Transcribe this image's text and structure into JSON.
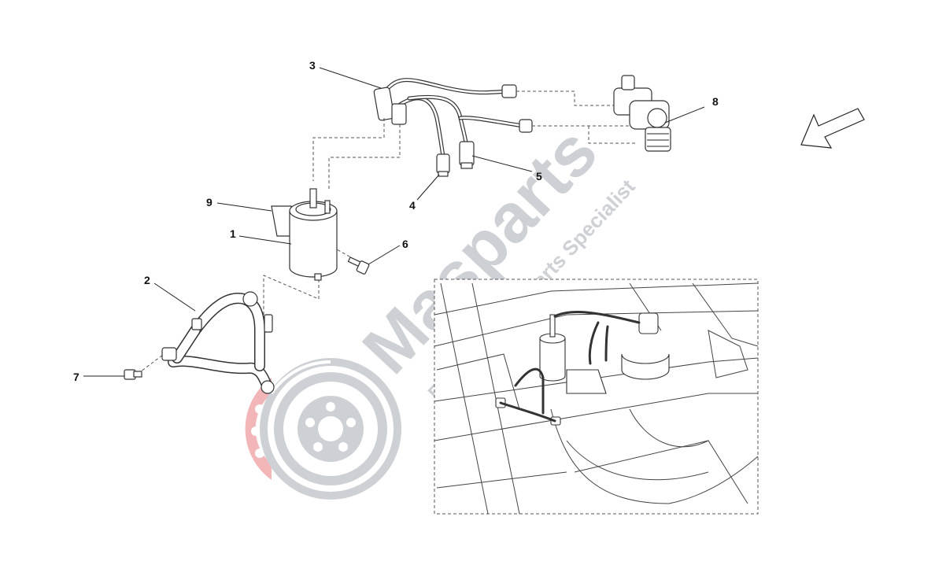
{
  "watermark": {
    "brand": "Masparts",
    "tagline": "Exclusive Car Parts Specialist",
    "colors": {
      "gray": "#cdd0d4",
      "red": "#f2b5b8"
    },
    "logo_icon": "brake-disc-icon"
  },
  "callouts": [
    {
      "id": "1",
      "label": "1"
    },
    {
      "id": "2",
      "label": "2"
    },
    {
      "id": "3",
      "label": "3"
    },
    {
      "id": "4",
      "label": "4"
    },
    {
      "id": "5",
      "label": "5"
    },
    {
      "id": "6",
      "label": "6"
    },
    {
      "id": "7",
      "label": "7"
    },
    {
      "id": "8",
      "label": "8"
    },
    {
      "id": "9",
      "label": "9"
    }
  ],
  "direction_icon": "direction-arrow-icon"
}
